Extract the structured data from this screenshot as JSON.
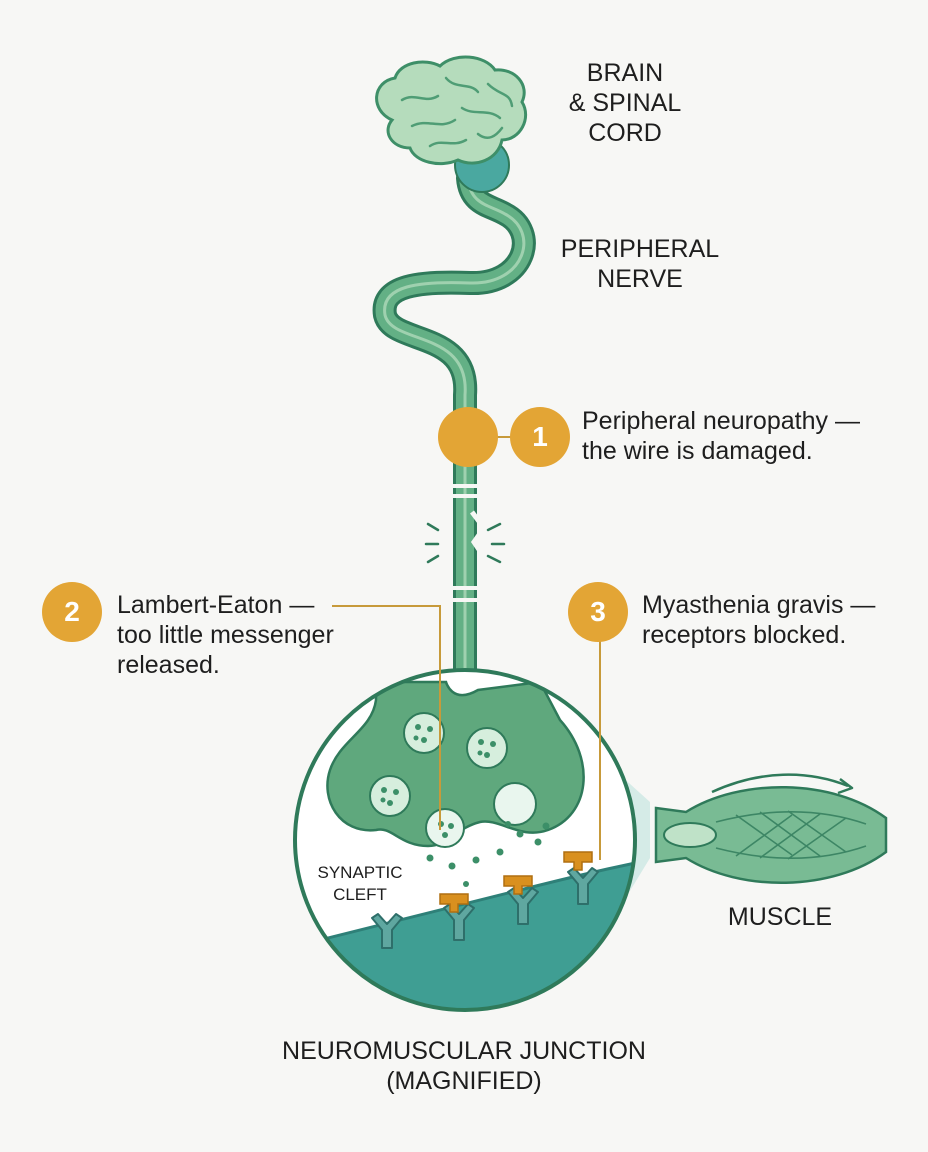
{
  "labels": {
    "brain": [
      "BRAIN",
      "& SPINAL",
      "CORD"
    ],
    "nerve": [
      "PERIPHERAL",
      "NERVE"
    ],
    "muscle": "MUSCLE",
    "cleft": [
      "SYNAPTIC",
      "CLEFT"
    ],
    "junction": [
      "NEUROMUSCULAR JUNCTION",
      "(MAGNIFIED)"
    ]
  },
  "callouts": [
    {
      "number": "1",
      "lines": [
        "Peripheral neuropathy —",
        "the wire is damaged."
      ]
    },
    {
      "number": "2",
      "lines": [
        "Lambert-Eaton —",
        "too little messenger",
        "released."
      ]
    },
    {
      "number": "3",
      "lines": [
        "Myasthenia gravis —",
        "receptors blocked."
      ]
    }
  ],
  "colors": {
    "nerve_green": "#55a27a",
    "nerve_outline": "#2f7a5a",
    "brain_fill": "#b5dcbc",
    "teal": "#3f9e93",
    "badge_orange": "#e3a535",
    "receptor": "#5fa7a0",
    "messenger_blocker": "#d9901f"
  }
}
